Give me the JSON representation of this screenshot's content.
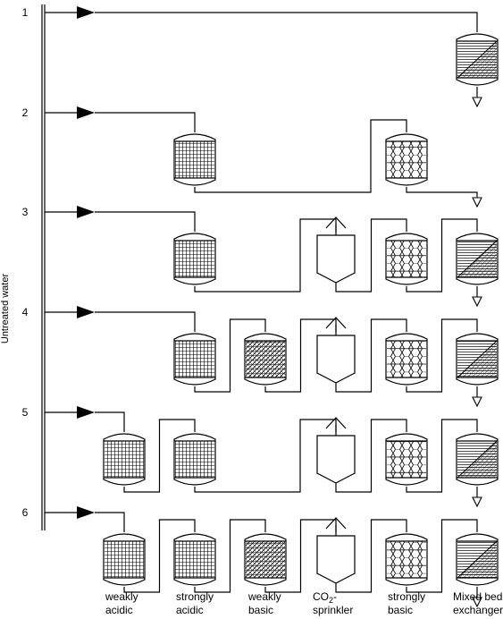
{
  "side_label": "Untreated water",
  "rows": [
    {
      "number": "1",
      "units": [
        5
      ]
    },
    {
      "number": "2",
      "units": [
        1,
        4
      ]
    },
    {
      "number": "3",
      "units": [
        1,
        3,
        4,
        5
      ]
    },
    {
      "number": "4",
      "units": [
        1,
        2,
        3,
        4,
        5
      ]
    },
    {
      "number": "5",
      "units": [
        0,
        1,
        3,
        4,
        5
      ]
    },
    {
      "number": "6",
      "units": [
        0,
        1,
        2,
        3,
        4,
        5
      ]
    }
  ],
  "columns": [
    {
      "type": "weak-acid",
      "line1": "weakly",
      "line2": "acidic"
    },
    {
      "type": "strong-acid",
      "line1": "strongly",
      "line2": "acidic"
    },
    {
      "type": "weak-base",
      "line1": "weakly",
      "line2": "basic"
    },
    {
      "type": "sprinkler",
      "line1": "CO",
      "sub": "2",
      "suffix": "-",
      "line2": "sprinkler"
    },
    {
      "type": "strong-base",
      "line1": "strongly",
      "line2": "basic"
    },
    {
      "type": "mixed-bed",
      "line1": "Mixed bed",
      "line2": "exchanger"
    }
  ]
}
